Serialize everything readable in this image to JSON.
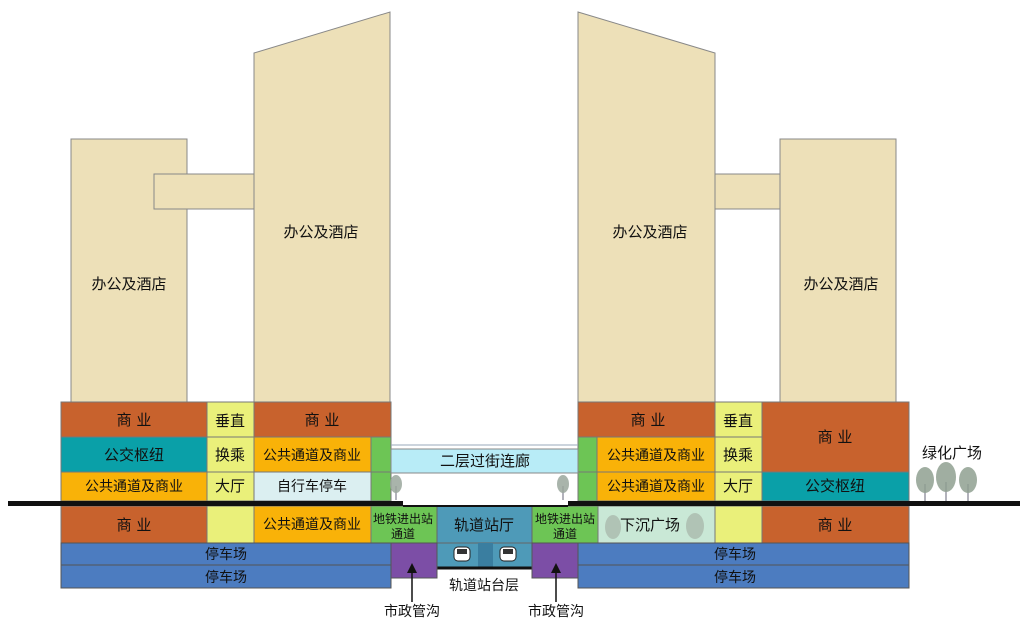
{
  "colors": {
    "tower": "#ede0b8",
    "commercial": "#c8622d",
    "hub": "#0aa0a8",
    "public": "#f9b208",
    "vertical": "#eaf07a",
    "bike": "#dbeff1",
    "green": "#6dc555",
    "parking": "#4c7cc0",
    "station": "#4e9ab8",
    "corridor": "#b8ecf7",
    "sunken": "#c9e8d6",
    "utility": "#7c4ea6",
    "ground": "#111111",
    "tree": "#8aa08c"
  },
  "labels": {
    "office_hotel": "办公及酒店",
    "commercial": "商 业",
    "vertical_transfer_1": "垂直",
    "vertical_transfer_2": "换乘",
    "vertical_transfer_3": "大厅",
    "bus_hub": "公交枢纽",
    "public_passage": "公共通道及商业",
    "bike_parking": "自行车停车",
    "parking": "停车场",
    "skybridge": "二层过街连廊",
    "metro_access_1": "地铁进出站",
    "metro_access_2": "通道",
    "station_hall": "轨道站厅",
    "platform": "轨道站台层",
    "utility_tunnel": "市政管沟",
    "sunken_plaza": "下沉广场",
    "green_plaza": "绿化广场"
  }
}
